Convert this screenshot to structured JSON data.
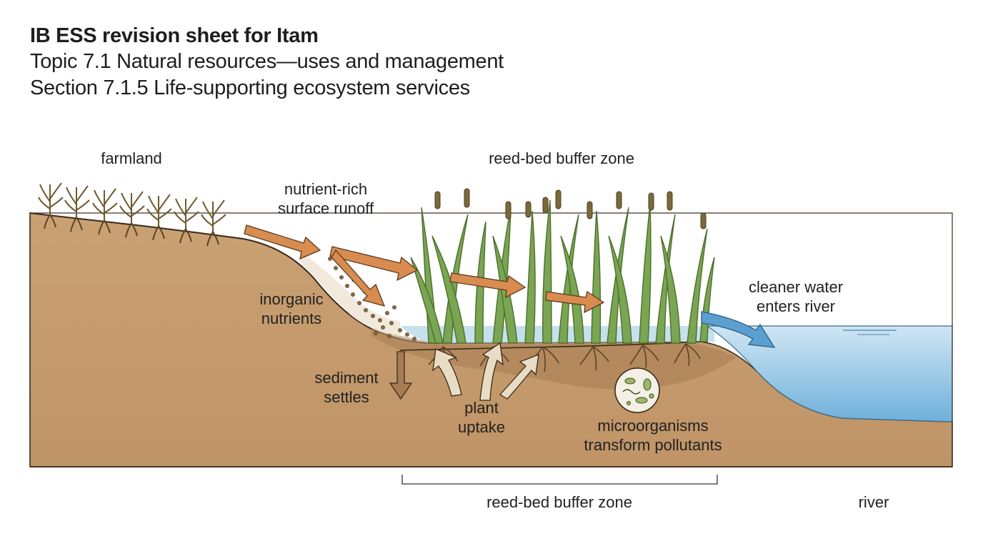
{
  "header": {
    "title": "IB ESS revision sheet for Itam",
    "topic": "Topic 7.1 Natural resources—uses and management",
    "section": "Section 7.1.5 Life-supporting ecosystem services"
  },
  "labels": {
    "farmland": "farmland",
    "buffer_zone_top": "reed-bed buffer zone",
    "runoff": [
      "nutrient-rich",
      "surface runoff"
    ],
    "inorganic": [
      "inorganic",
      "nutrients"
    ],
    "sediment": [
      "sediment",
      "settles"
    ],
    "uptake": [
      "plant",
      "uptake"
    ],
    "microbes": [
      "microorganisms",
      "transform pollutants"
    ],
    "cleaner_water": [
      "cleaner water",
      "enters river"
    ],
    "buffer_zone_bottom": "reed-bed buffer zone",
    "river": "river"
  },
  "colors": {
    "soil": "#c49a6c",
    "soil_dark": "#a67c52",
    "water": "#8fc3e0",
    "reed": "#6f9a45",
    "arrow_orange": "#d98c4f",
    "arrow_blue": "#5b9fd1",
    "arrow_beige": "#e8dcc4"
  }
}
